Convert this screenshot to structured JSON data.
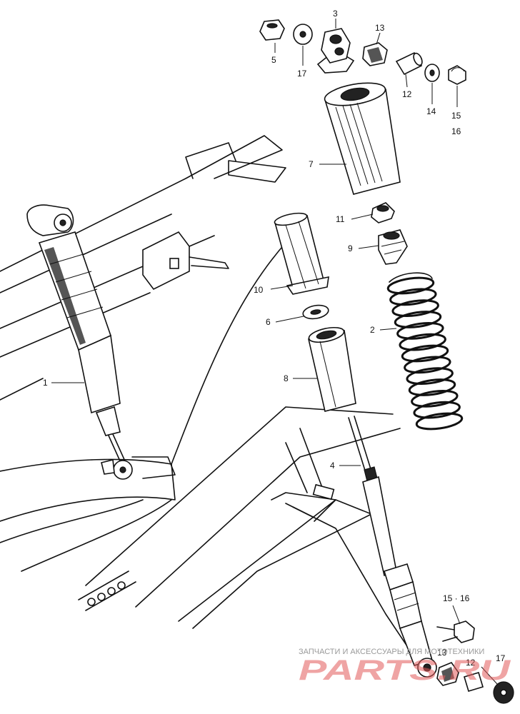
{
  "callouts": [
    {
      "id": "c5",
      "text": "5"
    },
    {
      "id": "c17a",
      "text": "17"
    },
    {
      "id": "c3",
      "text": "3"
    },
    {
      "id": "c13a",
      "text": "13"
    },
    {
      "id": "c12a",
      "text": "12"
    },
    {
      "id": "c14",
      "text": "14"
    },
    {
      "id": "c15a",
      "text": "15"
    },
    {
      "id": "c16a",
      "text": "16"
    },
    {
      "id": "c7",
      "text": "7"
    },
    {
      "id": "c11",
      "text": "11"
    },
    {
      "id": "c9",
      "text": "9"
    },
    {
      "id": "c10",
      "text": "10"
    },
    {
      "id": "c6",
      "text": "6"
    },
    {
      "id": "c2",
      "text": "2"
    },
    {
      "id": "c8",
      "text": "8"
    },
    {
      "id": "c1",
      "text": "1"
    },
    {
      "id": "c4",
      "text": "4"
    },
    {
      "id": "c1516b",
      "text": "15 · 16"
    },
    {
      "id": "c13b",
      "text": "13"
    },
    {
      "id": "c12b",
      "text": "12"
    },
    {
      "id": "c17b",
      "text": "17"
    }
  ],
  "watermark": {
    "caption": "ЗАПЧАСТИ И АКСЕССУАРЫ ДЛЯ МОТОТЕХНИКИ",
    "logo": "PARTS.RU"
  }
}
